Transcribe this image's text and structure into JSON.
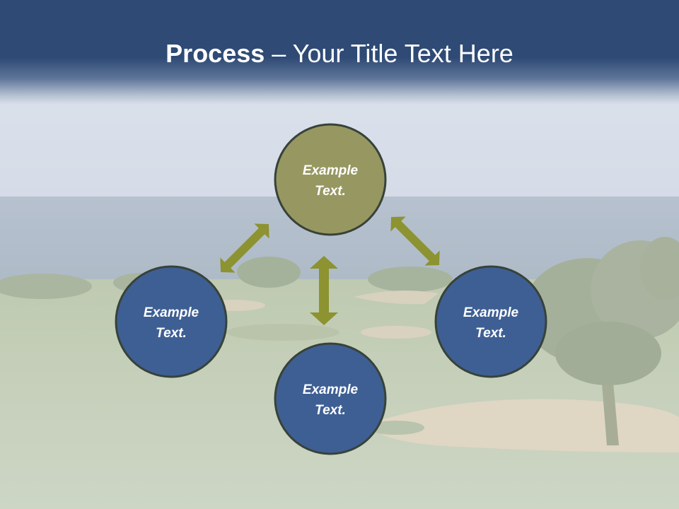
{
  "title": {
    "bold": "Process",
    "rest": " – Your Title Text Here"
  },
  "colors": {
    "header": "#2e4a75",
    "center_node": "#979761",
    "outer_node": "#3e5f94",
    "node_border": "#37423a",
    "arrow": "#8c9330"
  },
  "nodes": {
    "top": {
      "line1": "Example",
      "line2": "Text."
    },
    "left": {
      "line1": "Example",
      "line2": "Text."
    },
    "right": {
      "line1": "Example",
      "line2": "Text."
    },
    "bottom": {
      "line1": "Example",
      "line2": "Text."
    }
  }
}
